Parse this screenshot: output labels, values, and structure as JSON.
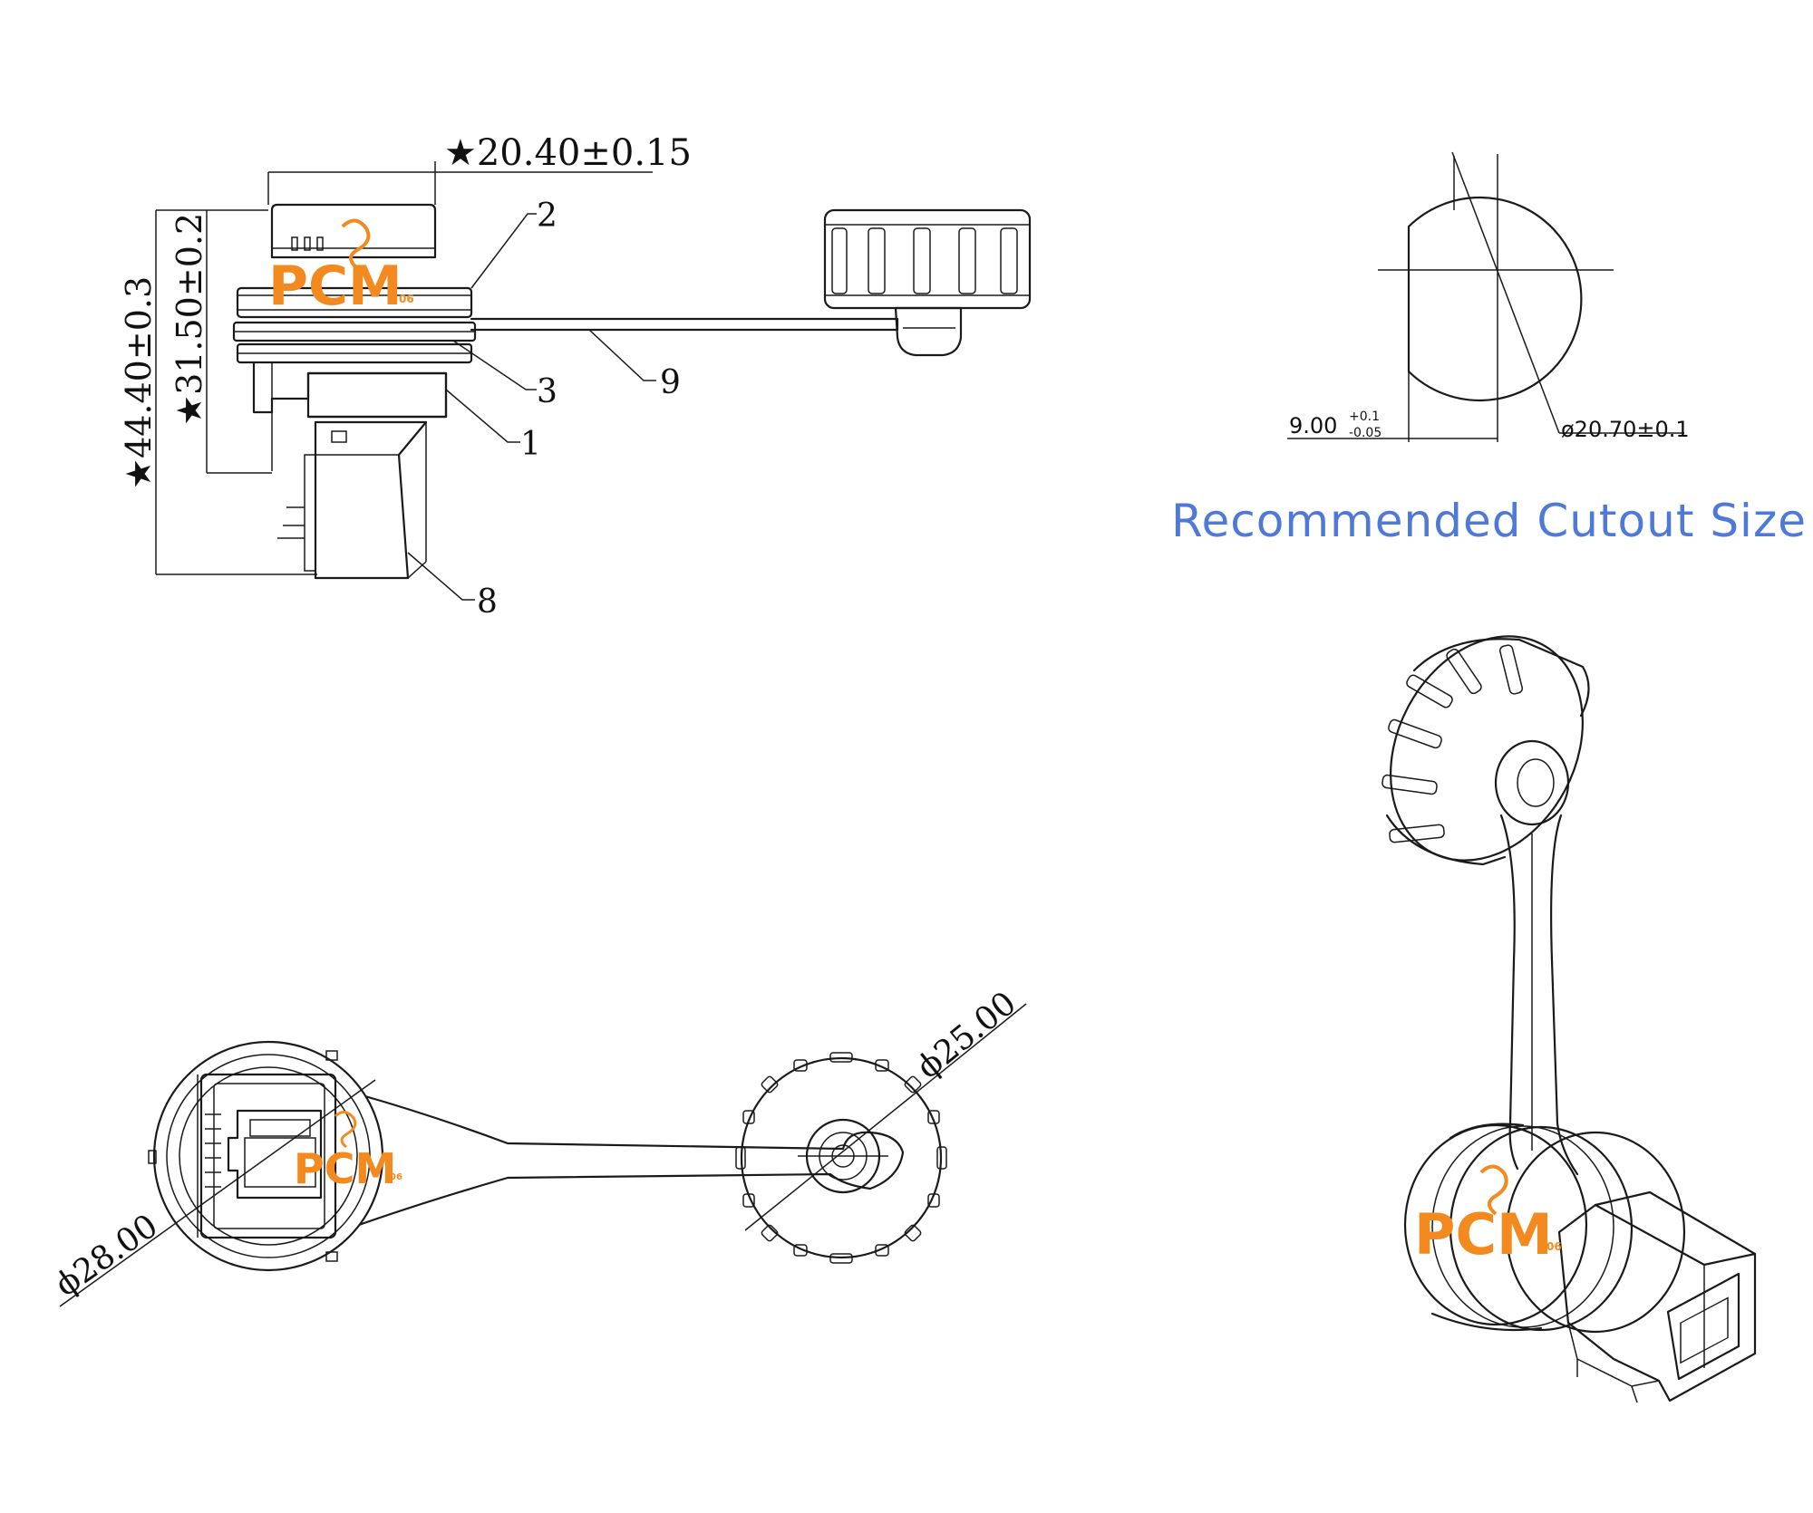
{
  "colors": {
    "line": "#1a1a1a",
    "watermark": "#f28a1f",
    "caption": "#4f79d8"
  },
  "side_view": {
    "dim_width": "★20.40±0.15",
    "dim_height_total": "★44.40±0.3",
    "dim_height_body": "★31.50±0.2",
    "callouts": [
      "2",
      "3",
      "9",
      "1",
      "8"
    ]
  },
  "cutout": {
    "dim_flat": "9.00",
    "dim_flat_tol_plus": "+0.1",
    "dim_flat_tol_minus": "-0.05",
    "dim_diameter": "ø20.70±0.1",
    "caption": "Recommended Cutout Size"
  },
  "front_view": {
    "dim_body": "ϕ28.00",
    "dim_cap": "ϕ25.00"
  },
  "watermark": {
    "text": "PCM",
    "sub": "06"
  }
}
